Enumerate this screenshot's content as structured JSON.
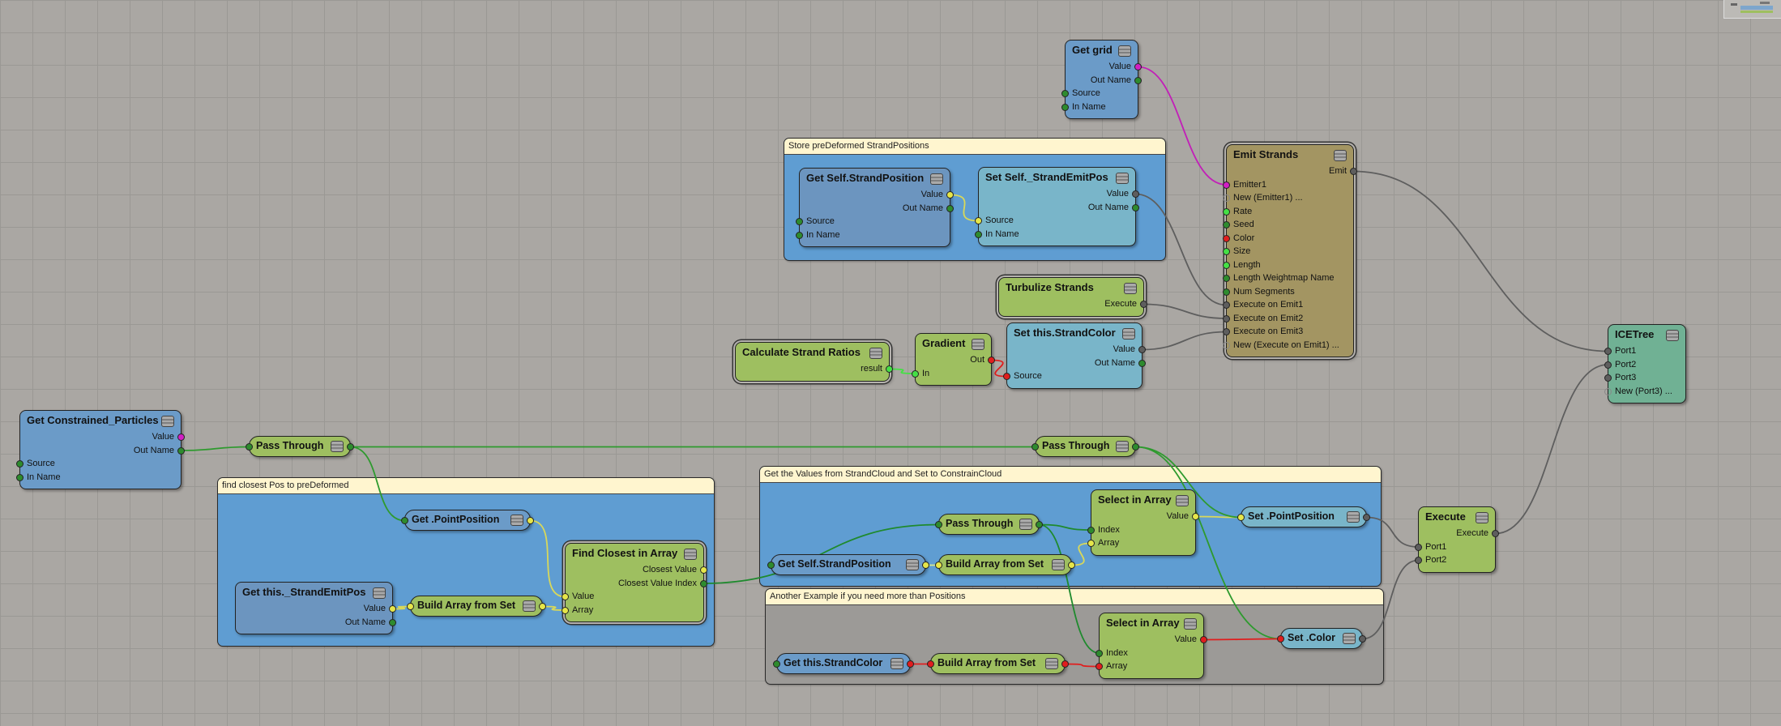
{
  "port_colors": {
    "y": "#e6e64a",
    "g": "#2e8b2e",
    "lg": "#45e045",
    "m": "#d21fc4",
    "r": "#e01e1e",
    "k": "#5e5e5e",
    "o": "#888888"
  },
  "groups": [
    {
      "id": "store",
      "label": "Store preDeformed StrandPositions",
      "body": "blue"
    },
    {
      "id": "find",
      "label": "find closest Pos to preDeformed",
      "body": "blue"
    },
    {
      "id": "values",
      "label": "Get the Values from StrandCloud and Set to ConstrainCloud",
      "body": "blue"
    },
    {
      "id": "another",
      "label": "Another Example if you need more than Positions",
      "body": "gray"
    }
  ],
  "nodes": [
    {
      "id": "getgrid",
      "title": "Get grid",
      "style": "get",
      "outputs": [
        {
          "label": "Value",
          "color": "m"
        },
        {
          "label": "Out Name",
          "color": "g"
        }
      ],
      "inputs": [
        {
          "label": "Source",
          "color": "g"
        },
        {
          "label": "In Name",
          "color": "g"
        }
      ]
    },
    {
      "id": "getSelfSP",
      "title": "Get Self.StrandPosition",
      "style": "getd",
      "outputs": [
        {
          "label": "Value",
          "color": "y"
        },
        {
          "label": "Out Name",
          "color": "g"
        }
      ],
      "inputs": [
        {
          "label": "Source",
          "color": "g"
        },
        {
          "label": "In Name",
          "color": "g"
        }
      ]
    },
    {
      "id": "setSelfEmit",
      "title": "Set Self._StrandEmitPos",
      "style": "set",
      "outputs": [
        {
          "label": "Value",
          "color": "k"
        },
        {
          "label": "Out Name",
          "color": "g"
        }
      ],
      "inputs": [
        {
          "label": "Source",
          "color": "y"
        },
        {
          "label": "In Name",
          "color": "g"
        }
      ]
    },
    {
      "id": "emit",
      "title": "Emit Strands",
      "style": "emit",
      "compound": true,
      "outputs": [
        {
          "label": "Emit",
          "color": "k"
        }
      ],
      "inputs": [
        {
          "label": "Emitter1",
          "color": "m"
        },
        {
          "label": "New (Emitter1) ...",
          "color": "o"
        },
        {
          "label": "Rate",
          "color": "lg"
        },
        {
          "label": "Seed",
          "color": "g"
        },
        {
          "label": "Color",
          "color": "r"
        },
        {
          "label": "Size",
          "color": "lg"
        },
        {
          "label": "Length",
          "color": "lg"
        },
        {
          "label": "Length Weightmap Name",
          "color": "g"
        },
        {
          "label": "Num Segments",
          "color": "g"
        },
        {
          "label": "Execute on Emit1",
          "color": "k"
        },
        {
          "label": "Execute on Emit2",
          "color": "k"
        },
        {
          "label": "Execute on Emit3",
          "color": "k"
        },
        {
          "label": "New (Execute on Emit1) ...",
          "color": "o"
        }
      ]
    },
    {
      "id": "turbulize",
      "title": "Turbulize Strands",
      "style": "green",
      "compound": true,
      "outputs": [
        {
          "label": "Execute",
          "color": "k"
        }
      ],
      "inputs": []
    },
    {
      "id": "setStrandColor",
      "title": "Set this.StrandColor",
      "style": "set",
      "outputs": [
        {
          "label": "Value",
          "color": "k"
        },
        {
          "label": "Out Name",
          "color": "g"
        }
      ],
      "inputs": [
        {
          "label": "Source",
          "color": "r"
        }
      ]
    },
    {
      "id": "gradient",
      "title": "Gradient",
      "style": "green",
      "outputs": [
        {
          "label": "Out",
          "color": "r"
        }
      ],
      "inputs": [
        {
          "label": "In",
          "color": "lg"
        }
      ]
    },
    {
      "id": "calc",
      "title": "Calculate Strand Ratios",
      "style": "green",
      "compound": true,
      "outputs": [
        {
          "label": "result",
          "color": "lg"
        }
      ],
      "inputs": []
    },
    {
      "id": "getCP",
      "title": "Get Constrained_Particles",
      "style": "get",
      "outputs": [
        {
          "label": "Value",
          "color": "m"
        },
        {
          "label": "Out Name",
          "color": "g"
        }
      ],
      "inputs": [
        {
          "label": "Source",
          "color": "g"
        },
        {
          "label": "In Name",
          "color": "g"
        }
      ]
    },
    {
      "id": "pass1",
      "title": "Pass Through",
      "style": "green",
      "pill": true,
      "in": "g",
      "out": "g"
    },
    {
      "id": "getPointPos",
      "title": "Get .PointPosition",
      "style": "get",
      "pill": true,
      "in": "g",
      "out": "y"
    },
    {
      "id": "findClosest",
      "title": "Find Closest in Array",
      "style": "green",
      "compound": true,
      "outputs": [
        {
          "label": "Closest Value",
          "color": "y"
        },
        {
          "label": "Closest Value Index",
          "color": "g"
        }
      ],
      "inputs": [
        {
          "label": "Value",
          "color": "y"
        },
        {
          "label": "Array",
          "color": "y"
        }
      ]
    },
    {
      "id": "getThisEmit",
      "title": "Get this._StrandEmitPos",
      "style": "getd",
      "outputs": [
        {
          "label": "Value",
          "color": "y"
        },
        {
          "label": "Out Name",
          "color": "g"
        }
      ],
      "inputs": []
    },
    {
      "id": "build1",
      "title": "Build Array from Set",
      "style": "green",
      "pill": true,
      "in": "y",
      "out": "y"
    },
    {
      "id": "pass2",
      "title": "Pass Through",
      "style": "green",
      "pill": true,
      "in": "g",
      "out": "g"
    },
    {
      "id": "pass3",
      "title": "Pass Through",
      "style": "green",
      "pill": true,
      "in": "g",
      "out": "g"
    },
    {
      "id": "select1",
      "title": "Select in Array",
      "style": "green",
      "outputs": [
        {
          "label": "Value",
          "color": "y"
        }
      ],
      "inputs": [
        {
          "label": "Index",
          "color": "g"
        },
        {
          "label": "Array",
          "color": "y"
        }
      ]
    },
    {
      "id": "setPointPos",
      "title": "Set .PointPosition",
      "style": "set",
      "pill": true,
      "in": "y",
      "out": "k"
    },
    {
      "id": "getSelfSP2",
      "title": "Get Self.StrandPosition",
      "style": "get",
      "pill": true,
      "in": "g",
      "out": "y"
    },
    {
      "id": "build2",
      "title": "Build Array from Set",
      "style": "green",
      "pill": true,
      "in": "y",
      "out": "y"
    },
    {
      "id": "select2",
      "title": "Select in Array",
      "style": "green",
      "outputs": [
        {
          "label": "Value",
          "color": "r"
        }
      ],
      "inputs": [
        {
          "label": "Index",
          "color": "g"
        },
        {
          "label": "Array",
          "color": "r"
        }
      ]
    },
    {
      "id": "setColor",
      "title": "Set .Color",
      "style": "set",
      "pill": true,
      "in": "r",
      "out": "k"
    },
    {
      "id": "getThisColor",
      "title": "Get this.StrandColor",
      "style": "get",
      "pill": true,
      "in": "g",
      "out": "r"
    },
    {
      "id": "build3",
      "title": "Build Array from Set",
      "style": "green",
      "pill": true,
      "in": "r",
      "out": "r"
    },
    {
      "id": "execute",
      "title": "Execute",
      "style": "green",
      "outputs": [
        {
          "label": "Execute",
          "color": "k"
        }
      ],
      "inputs": [
        {
          "label": "Port1",
          "color": "k"
        },
        {
          "label": "Port2",
          "color": "k"
        }
      ]
    },
    {
      "id": "icetree",
      "title": "ICETree",
      "style": "tree",
      "outputs": [],
      "inputs": [
        {
          "label": "Port1",
          "color": "k"
        },
        {
          "label": "Port2",
          "color": "k"
        },
        {
          "label": "Port3",
          "color": "k"
        },
        {
          "label": "New (Port3) ...",
          "color": "o"
        }
      ]
    }
  ],
  "links": [
    {
      "from": "getgrid.Value",
      "to": "emit.Emitter1",
      "color": "#c21fb8"
    },
    {
      "from": "getSelfSP.Value",
      "to": "setSelfEmit.Source",
      "color": "#d8d85a"
    },
    {
      "from": "setSelfEmit.Value",
      "to": "emit.Execute on Emit1",
      "color": "#5e5e5e"
    },
    {
      "from": "turbulize.Execute",
      "to": "emit.Execute on Emit2",
      "color": "#5e5e5e"
    },
    {
      "from": "setStrandColor.Value",
      "to": "emit.Execute on Emit3",
      "color": "#5e5e5e"
    },
    {
      "from": "calc.result",
      "to": "gradient.In",
      "color": "#45e045"
    },
    {
      "from": "gradient.Out",
      "to": "setStrandColor.Source",
      "color": "#e01e1e"
    },
    {
      "from": "emit.Emit",
      "to": "icetree.Port1",
      "color": "#5e5e5e"
    },
    {
      "from": "execute.Execute",
      "to": "icetree.Port2",
      "color": "#5e5e5e"
    },
    {
      "from": "getCP.Out Name",
      "to": "pass1.in",
      "color": "#2e9a2e"
    },
    {
      "from": "pass1.out",
      "to": "pass2.in",
      "color": "#2e9a2e"
    },
    {
      "from": "pass1.out",
      "to": "getPointPos.in",
      "color": "#2e9a2e"
    },
    {
      "from": "getPointPos.out",
      "to": "findClosest.Value",
      "color": "#d8d85a"
    },
    {
      "from": "getThisEmit.Value",
      "to": "build1.in",
      "color": "#d8d85a"
    },
    {
      "from": "build1.out",
      "to": "findClosest.Array",
      "color": "#d8d85a"
    },
    {
      "from": "findClosest.Closest Value Index",
      "to": "pass3.in",
      "color": "#1f8a2e"
    },
    {
      "from": "pass3.out",
      "to": "select1.Index",
      "color": "#1f8a2e"
    },
    {
      "from": "pass3.out",
      "to": "select2.Index",
      "color": "#1f8a2e"
    },
    {
      "from": "getSelfSP2.out",
      "to": "build2.in",
      "color": "#d8e890"
    },
    {
      "from": "build2.out",
      "to": "select1.Array",
      "color": "#d8d85a"
    },
    {
      "from": "select1.Value",
      "to": "setPointPos.in",
      "color": "#d8d85a"
    },
    {
      "from": "pass2.out",
      "to": "setPointPos.in",
      "color": "#2e9a2e"
    },
    {
      "from": "pass2.out",
      "to": "setColor.in",
      "color": "#2e9a2e"
    },
    {
      "from": "getThisColor.out",
      "to": "build3.in",
      "color": "#e01e1e"
    },
    {
      "from": "build3.out",
      "to": "select2.Array",
      "color": "#e01e1e"
    },
    {
      "from": "select2.Value",
      "to": "setColor.in",
      "color": "#e01e1e"
    },
    {
      "from": "setPointPos.out",
      "to": "execute.Port1",
      "color": "#5e5e5e"
    },
    {
      "from": "setColor.out",
      "to": "execute.Port2",
      "color": "#5e5e5e"
    }
  ]
}
